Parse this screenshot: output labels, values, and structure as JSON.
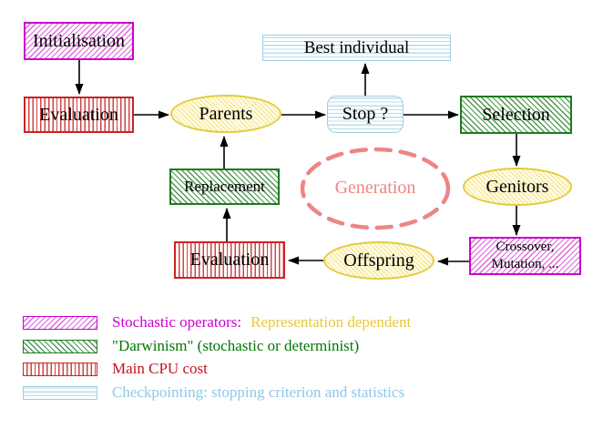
{
  "nodes": {
    "initialisation": "Initialisation",
    "evaluation_top": "Evaluation",
    "parents": "Parents",
    "best_individual": "Best individual",
    "stop": "Stop ?",
    "selection": "Selection",
    "replacement": "Replacement",
    "generation": "Generation",
    "genitors": "Genitors",
    "offspring": "Offspring",
    "evaluation_bottom": "Evaluation",
    "crossover_line1": "Crossover,",
    "crossover_line2": "Mutation, ..."
  },
  "legend": {
    "items": [
      {
        "swatch": "magenta-diagonal-hatch",
        "parts": [
          {
            "text": "Stochastic operators:",
            "color": "#cc00cc"
          },
          {
            "text": "Representation dependent",
            "color": "#e8c83c"
          }
        ]
      },
      {
        "swatch": "green-diagonal-hatch",
        "parts": [
          {
            "text": "\"Darwinism\" (stochastic or determinist)",
            "color": "#007700"
          }
        ]
      },
      {
        "swatch": "red-vertical-stripes",
        "parts": [
          {
            "text": "Main CPU cost",
            "color": "#c41122"
          }
        ]
      },
      {
        "swatch": "cyan-horizontal-stripes",
        "parts": [
          {
            "text": "Checkpointing: stopping criterion and statistics",
            "color": "#8cc8e8"
          }
        ]
      }
    ]
  },
  "colors": {
    "magenta_border": "#cc00cc",
    "red_border": "#cc2222",
    "green_border": "#1f7a1f",
    "cyan_border": "#a0cde0",
    "yellow_border": "#e3cc3f",
    "generation_dashed": "#ee8585",
    "arrow": "#000000"
  }
}
